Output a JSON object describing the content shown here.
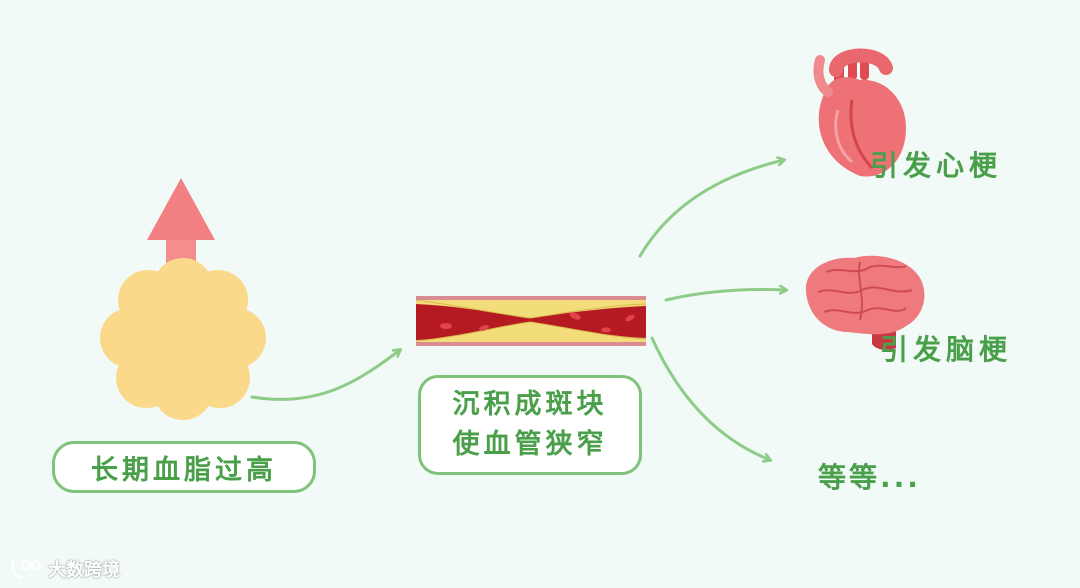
{
  "left_box": {
    "text": "长期血脂过高"
  },
  "middle_box": {
    "line1": "沉积成斑块",
    "line2": "使血管狭窄"
  },
  "outcomes": {
    "heart": "引发心梗",
    "brain": "引发脑梗",
    "etc": "等等..."
  },
  "watermark": {
    "logo_text": "大数跨境"
  },
  "colors": {
    "green": "#4aa04a",
    "green_border": "#7fc27a",
    "fat_yellow": "#fbd98a",
    "arrow_pink": "#f27f82",
    "vessel_red": "#a8171f"
  }
}
